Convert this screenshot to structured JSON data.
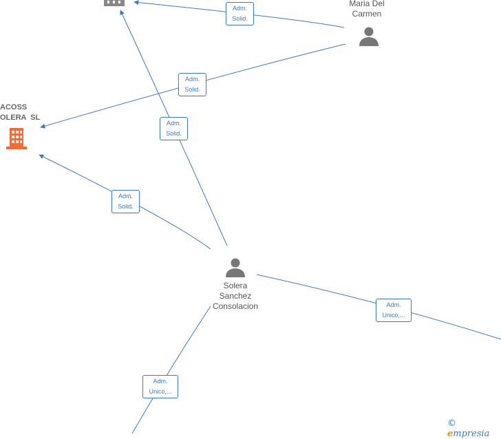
{
  "nodes": {
    "maria": {
      "label": "Maria Del\nCarmen",
      "kind": "person"
    },
    "solera": {
      "label": "Solera\nSanchez\nConsolacion",
      "kind": "person"
    },
    "company_top": {
      "label": "",
      "kind": "company"
    },
    "company_left": {
      "label": "ACOSS\nOLERA  SL",
      "kind": "company"
    }
  },
  "edges": [
    {
      "from": "maria",
      "to": "company_top",
      "line1": "Adm.",
      "line2": "Solid."
    },
    {
      "from": "maria",
      "to": "company_left",
      "line1": "Adm.",
      "line2": "Solid."
    },
    {
      "from": "solera",
      "to": "company_top",
      "line1": "Adm.",
      "line2": "Solid."
    },
    {
      "from": "solera",
      "to": "company_left",
      "line1": "Adm.",
      "line2": "Solid."
    },
    {
      "from": "solera",
      "to": "offscreen_right",
      "line1": "Adm.",
      "line2": "Unico,..."
    },
    {
      "from": "solera",
      "to": "offscreen_bottom",
      "line1": "Adm.",
      "line2": "Unico,..."
    }
  ],
  "colors": {
    "edge": "#3a78c8",
    "person_icon": "#777777",
    "company_icon_main": "#f26a35",
    "company_icon_gray": "#888888"
  },
  "brand": {
    "copyright": "©",
    "name": "mpresia",
    "initial": "e"
  }
}
